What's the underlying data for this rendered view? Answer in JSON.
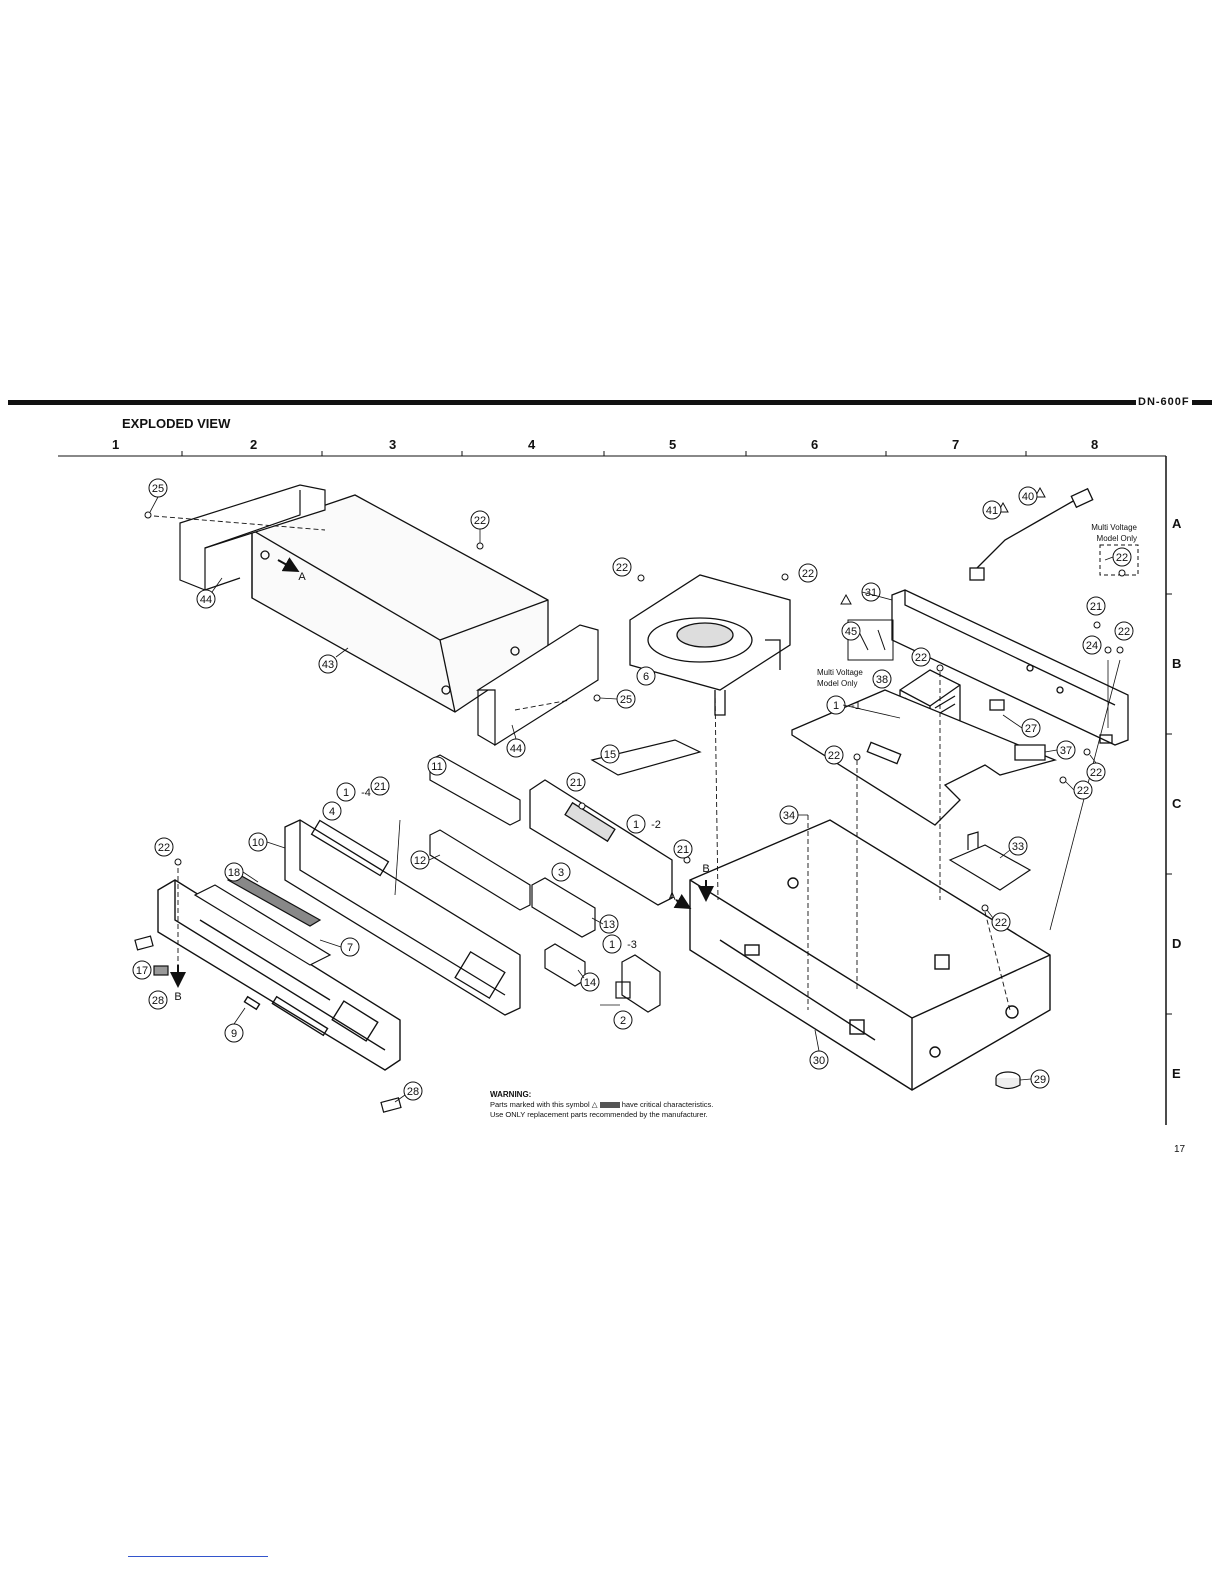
{
  "header": {
    "model": "DN-600F",
    "title": "EXPLODED VIEW"
  },
  "grid": {
    "columns": [
      "1",
      "2",
      "3",
      "4",
      "5",
      "6",
      "7",
      "8"
    ],
    "rows": [
      "A",
      "B",
      "C",
      "D",
      "E"
    ]
  },
  "callouts": {
    "c25a": "25",
    "c44a": "44",
    "c43": "43",
    "c22a": "22",
    "arrowA1": "A",
    "c22b": "22",
    "c22c": "22",
    "c6": "6",
    "c25b": "25",
    "c44b": "44",
    "c41": "41",
    "c40": "40",
    "c22d": "22",
    "c31": "31",
    "c45": "45",
    "c21a": "21",
    "c24": "24",
    "c22e": "22",
    "c22f": "22",
    "c38": "38",
    "c1_1": "1",
    "c1_1s": "-1",
    "c27": "27",
    "c37": "37",
    "c22g": "22",
    "c22h": "22",
    "c22i": "22",
    "c11": "11",
    "c1_4": "1",
    "c1_4s": "-4",
    "c21b": "21",
    "c4": "4",
    "c10": "10",
    "c15": "15",
    "c21c": "21",
    "c1_2": "1",
    "c1_2s": "-2",
    "c3": "3",
    "c21d": "21",
    "c22j": "22",
    "c18": "18",
    "c12": "12",
    "c13": "13",
    "c1_3": "1",
    "c1_3s": "-3",
    "c14": "14",
    "c2": "2",
    "c7": "7",
    "c17": "17",
    "c28a": "28",
    "c9": "9",
    "c28b": "28",
    "arrowB1": "B",
    "arrowB2": "B",
    "arrowA2": "A",
    "c34": "34",
    "c33": "33",
    "c22k": "22",
    "c30": "30",
    "c29": "29"
  },
  "notes": {
    "multi_voltage_1a": "Multi Voltage",
    "multi_voltage_1b": "Model Only",
    "multi_voltage_2a": "Multi Voltage",
    "multi_voltage_2b": "Model Only"
  },
  "warning": {
    "title": "WARNING:",
    "line1_a": "Parts marked with this symbol",
    "line1_b": "have critical characteristics.",
    "line2": "Use ONLY replacement parts recommended by the manufacturer."
  },
  "page_number": "17",
  "colors": {
    "ink": "#111111",
    "link_line": "#3355cc"
  }
}
